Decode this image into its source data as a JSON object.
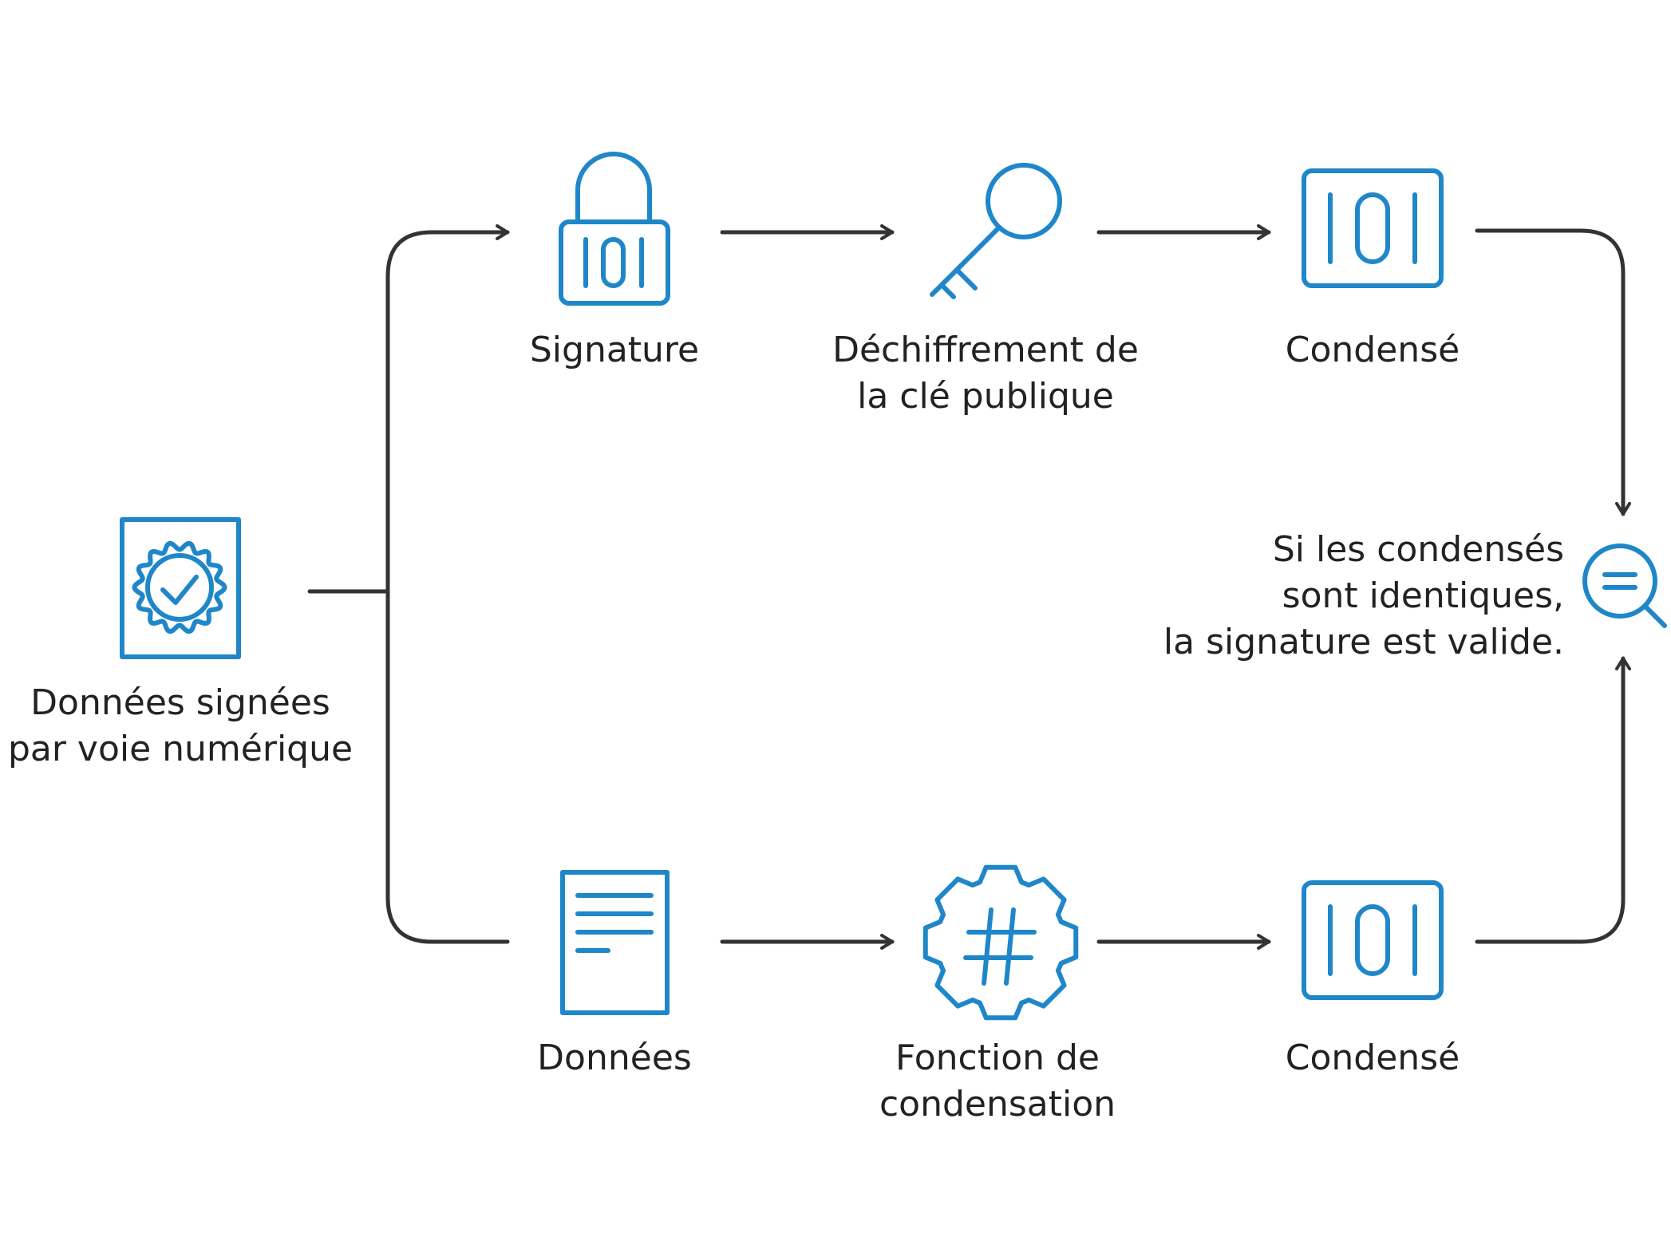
{
  "colors": {
    "icon": "#1f87c9",
    "line": "#333333",
    "text": "#222222",
    "background": "#ffffff"
  },
  "nodes": {
    "source": {
      "icon": "certificate-icon",
      "lines": [
        "Données signées",
        "par voie numérique"
      ]
    },
    "signature": {
      "icon": "lock-binary-icon",
      "lines": [
        "Signature"
      ]
    },
    "decrypt": {
      "icon": "key-icon",
      "lines": [
        "Déchiffrement de",
        "la clé publique"
      ]
    },
    "hash_top": {
      "icon": "binary-box-icon",
      "lines": [
        "Condensé"
      ]
    },
    "data": {
      "icon": "document-icon",
      "lines": [
        "Données"
      ]
    },
    "hash_function": {
      "icon": "gear-hash-icon",
      "lines": [
        "Fonction de",
        "condensation"
      ]
    },
    "hash_bottom": {
      "icon": "binary-box-icon",
      "lines": [
        "Condensé"
      ]
    },
    "compare": {
      "icon": "magnifier-equals-icon",
      "lines": [
        "Si les condensés",
        "sont identiques,",
        "la signature est valide."
      ]
    }
  },
  "binary_glyph": "101",
  "hash_glyph": "#"
}
